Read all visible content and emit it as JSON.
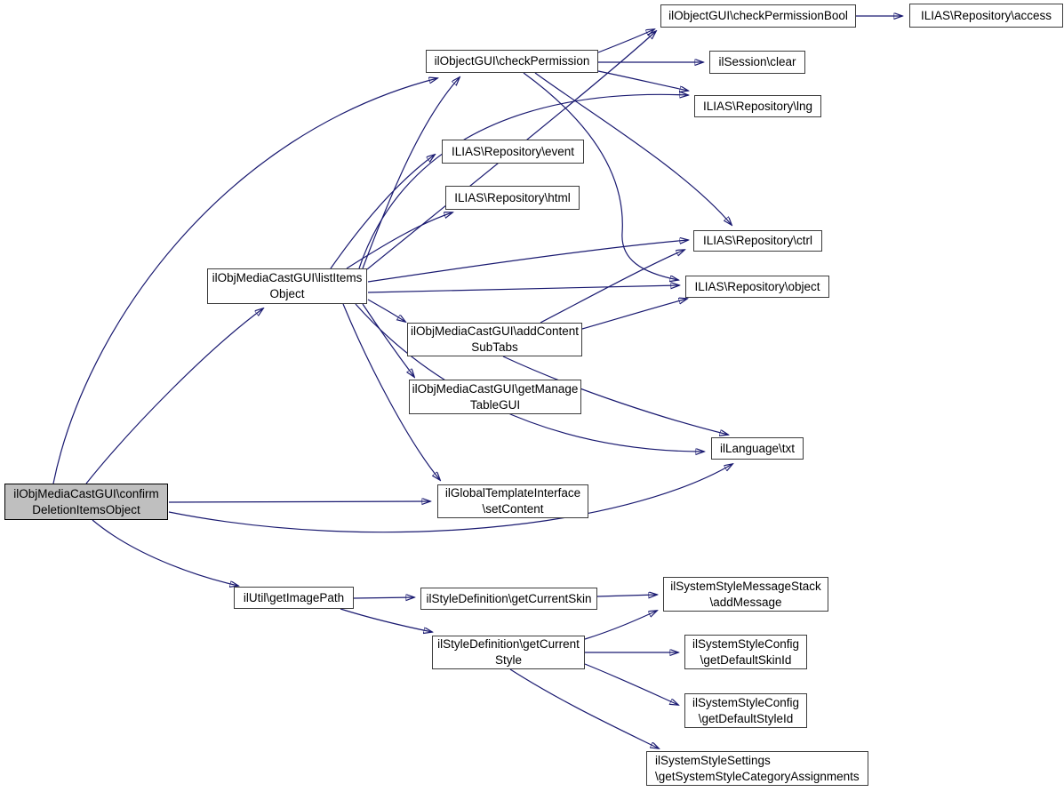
{
  "diagram": {
    "type": "call-graph",
    "background_color": "#ffffff",
    "edge_color": "#191970",
    "node_border_color": "#3c3c3c",
    "node_fill_color": "#ffffff",
    "root_node_fill_color": "#bfbfbf",
    "nodes": [
      {
        "id": "confirmDeletionItemsObject",
        "label": "ilObjMediaCastGUI\\confirm\nDeletionItemsObject",
        "root": true
      },
      {
        "id": "checkPermission",
        "label": "ilObjectGUI\\checkPermission",
        "root": false
      },
      {
        "id": "checkPermissionBool",
        "label": "ilObjectGUI\\checkPermissionBool",
        "root": false
      },
      {
        "id": "access",
        "label": "ILIAS\\Repository\\access",
        "root": false
      },
      {
        "id": "clear",
        "label": "ilSession\\clear",
        "root": false
      },
      {
        "id": "lng",
        "label": "ILIAS\\Repository\\lng",
        "root": false
      },
      {
        "id": "event",
        "label": "ILIAS\\Repository\\event",
        "root": false
      },
      {
        "id": "html",
        "label": "ILIAS\\Repository\\html",
        "root": false
      },
      {
        "id": "ctrl",
        "label": "ILIAS\\Repository\\ctrl",
        "root": false
      },
      {
        "id": "object",
        "label": "ILIAS\\Repository\\object",
        "root": false
      },
      {
        "id": "listItemsObject",
        "label": "ilObjMediaCastGUI\\listItems\nObject",
        "root": false
      },
      {
        "id": "addContentSubTabs",
        "label": "ilObjMediaCastGUI\\addContent\nSubTabs",
        "root": false
      },
      {
        "id": "getManageTableGUI",
        "label": "ilObjMediaCastGUI\\getManage\nTableGUI",
        "root": false
      },
      {
        "id": "txt",
        "label": "ilLanguage\\txt",
        "root": false
      },
      {
        "id": "setContent",
        "label": "ilGlobalTemplateInterface\n\\setContent",
        "root": false
      },
      {
        "id": "getImagePath",
        "label": "ilUtil\\getImagePath",
        "root": false
      },
      {
        "id": "getCurrentSkin",
        "label": "ilStyleDefinition\\getCurrentSkin",
        "root": false
      },
      {
        "id": "getCurrentStyle",
        "label": "ilStyleDefinition\\getCurrent\nStyle",
        "root": false
      },
      {
        "id": "addMessage",
        "label": "ilSystemStyleMessageStack\n\\addMessage",
        "root": false
      },
      {
        "id": "getDefaultSkinId",
        "label": "ilSystemStyleConfig\n\\getDefaultSkinId",
        "root": false
      },
      {
        "id": "getDefaultStyleId",
        "label": "ilSystemStyleConfig\n\\getDefaultStyleId",
        "root": false
      },
      {
        "id": "getSystemStyleCategoryAssignments",
        "label": "ilSystemStyleSettings\n\\getSystemStyleCategoryAssignments",
        "root": false
      }
    ],
    "edges": [
      {
        "from": "confirmDeletionItemsObject",
        "to": "checkPermission"
      },
      {
        "from": "confirmDeletionItemsObject",
        "to": "listItemsObject"
      },
      {
        "from": "confirmDeletionItemsObject",
        "to": "setContent"
      },
      {
        "from": "confirmDeletionItemsObject",
        "to": "txt"
      },
      {
        "from": "confirmDeletionItemsObject",
        "to": "getImagePath"
      },
      {
        "from": "checkPermission",
        "to": "checkPermissionBool"
      },
      {
        "from": "checkPermission",
        "to": "clear"
      },
      {
        "from": "checkPermission",
        "to": "lng"
      },
      {
        "from": "checkPermission",
        "to": "ctrl"
      },
      {
        "from": "checkPermission",
        "to": "object"
      },
      {
        "from": "checkPermissionBool",
        "to": "access"
      },
      {
        "from": "listItemsObject",
        "to": "checkPermission"
      },
      {
        "from": "listItemsObject",
        "to": "checkPermissionBool"
      },
      {
        "from": "listItemsObject",
        "to": "lng"
      },
      {
        "from": "listItemsObject",
        "to": "event"
      },
      {
        "from": "listItemsObject",
        "to": "html"
      },
      {
        "from": "listItemsObject",
        "to": "ctrl"
      },
      {
        "from": "listItemsObject",
        "to": "object"
      },
      {
        "from": "listItemsObject",
        "to": "addContentSubTabs"
      },
      {
        "from": "listItemsObject",
        "to": "getManageTableGUI"
      },
      {
        "from": "listItemsObject",
        "to": "txt"
      },
      {
        "from": "listItemsObject",
        "to": "setContent"
      },
      {
        "from": "addContentSubTabs",
        "to": "ctrl"
      },
      {
        "from": "addContentSubTabs",
        "to": "object"
      },
      {
        "from": "addContentSubTabs",
        "to": "txt"
      },
      {
        "from": "getImagePath",
        "to": "getCurrentSkin"
      },
      {
        "from": "getImagePath",
        "to": "getCurrentStyle"
      },
      {
        "from": "getCurrentSkin",
        "to": "addMessage"
      },
      {
        "from": "getCurrentStyle",
        "to": "addMessage"
      },
      {
        "from": "getCurrentStyle",
        "to": "getDefaultSkinId"
      },
      {
        "from": "getCurrentStyle",
        "to": "getDefaultStyleId"
      },
      {
        "from": "getCurrentStyle",
        "to": "getSystemStyleCategoryAssignments"
      }
    ]
  }
}
